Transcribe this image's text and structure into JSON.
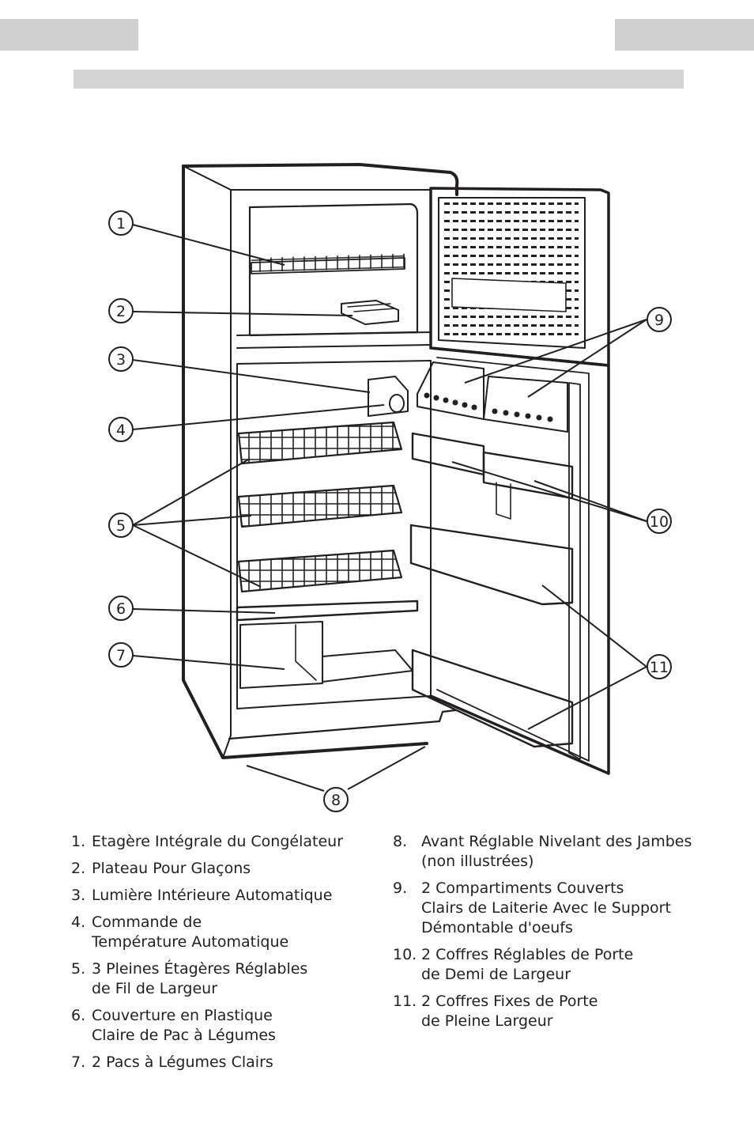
{
  "callouts": [
    "1",
    "2",
    "3",
    "4",
    "5",
    "6",
    "7",
    "8",
    "9",
    "10",
    "11"
  ],
  "legend_left": [
    {
      "num": "1.",
      "text": "Etagère Intégrale du Congélateur"
    },
    {
      "num": "2.",
      "text": "Plateau Pour Glaçons"
    },
    {
      "num": "3.",
      "text": "Lumière Intérieure Automatique"
    },
    {
      "num": "4.",
      "text": "Commande de\nTempérature Automatique"
    },
    {
      "num": "5.",
      "text": "3 Pleines Étagères Réglables\nde Fil de Largeur"
    },
    {
      "num": "6.",
      "text": "Couverture en Plastique\nClaire de Pac à Légumes"
    },
    {
      "num": "7.",
      "text": "2 Pacs à Légumes Clairs"
    }
  ],
  "legend_right": [
    {
      "num": "8.",
      "text": "Avant Réglable Nivelant des Jambes\n(non illustrées)"
    },
    {
      "num": "9.",
      "text": "2 Compartiments Couverts\nClairs de Laiterie Avec le Support\nDémontable d'oeufs"
    },
    {
      "num": "10.",
      "text": "2 Coffres Réglables de Porte\nde Demi de Largeur"
    },
    {
      "num": "11.",
      "text": "2 Coffres Fixes de Porte\nde Pleine Largeur"
    }
  ]
}
